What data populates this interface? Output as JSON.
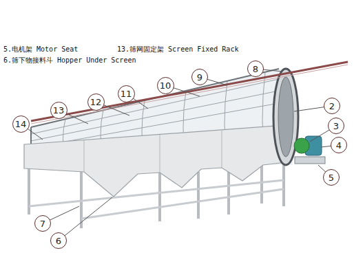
{
  "diagram": {
    "nodes": [
      {
        "text": [
          "8"
        ]
      },
      {
        "text": [
          "9"
        ]
      },
      {
        "text": [
          "10"
        ]
      },
      {
        "text": [
          "11"
        ]
      },
      {
        "text": [
          "12"
        ]
      },
      {
        "text": [
          "13"
        ]
      },
      {
        "text": [
          "14"
        ]
      },
      {
        "text": [
          "2"
        ]
      },
      {
        "text": [
          "3"
        ]
      },
      {
        "text": [
          "4"
        ]
      },
      {
        "text": [
          "5"
        ]
      },
      {
        "text": [
          "7"
        ]
      },
      {
        "text": [
          "6"
        ]
      }
    ],
    "edges": [],
    "labels": [
      "5.电机架 Motor Seat",
      "13.筛网固定架 Screen Fixed Rack",
      "6.筛下物接料斗 Hopper Under Screen"
    ]
  }
}
